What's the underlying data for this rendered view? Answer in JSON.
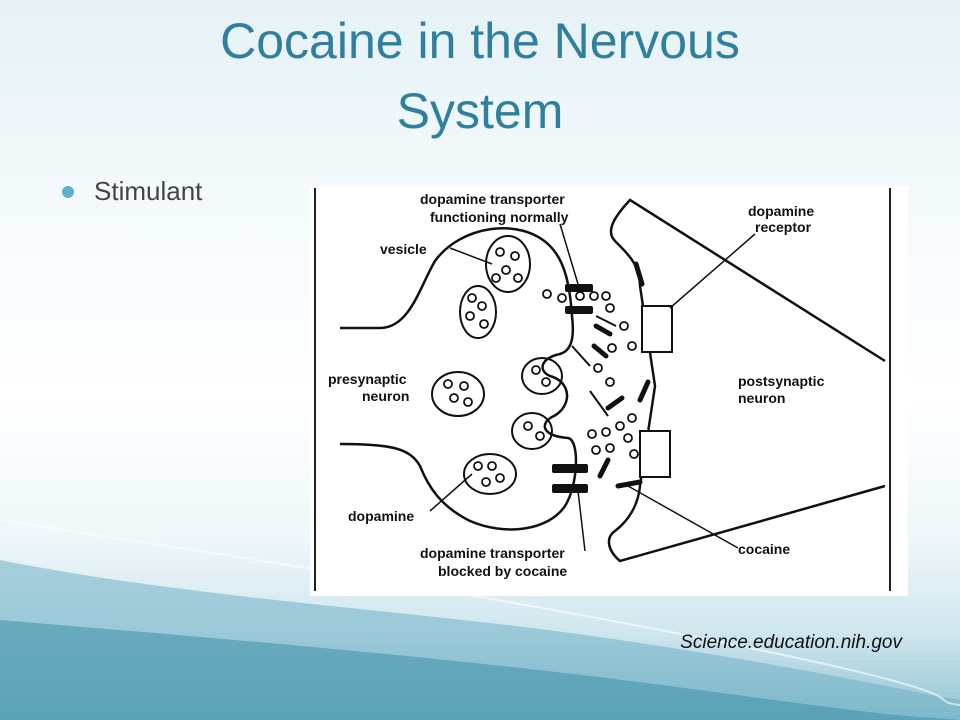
{
  "slide": {
    "title_line1": "Cocaine in the Nervous",
    "title_line2": "System",
    "bullets": [
      "Stimulant"
    ],
    "source": "Science.education.nih.gov"
  },
  "diagram": {
    "labels": {
      "transporter_normal_1": "dopamine transporter",
      "transporter_normal_2": "functioning normally",
      "vesicle": "vesicle",
      "receptor_1": "dopamine",
      "receptor_2": "receptor",
      "presynaptic_1": "presynaptic",
      "presynaptic_2": "neuron",
      "postsynaptic_1": "postsynaptic",
      "postsynaptic_2": "neuron",
      "dopamine": "dopamine",
      "cocaine": "cocaine",
      "transporter_blocked_1": "dopamine transporter",
      "transporter_blocked_2": "blocked by cocaine"
    }
  },
  "colors": {
    "title": "#2f7f9e",
    "bullet": "#5fb0c8"
  }
}
